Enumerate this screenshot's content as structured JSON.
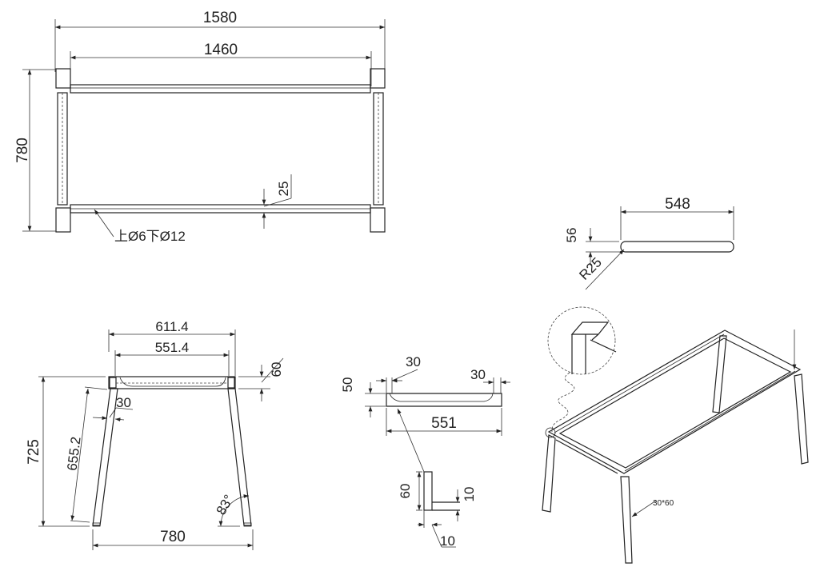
{
  "top_view": {
    "overall_length": "1580",
    "inner_length": "1460",
    "depth": "780",
    "rail_offset": "25",
    "hole_note": "上Ø6下Ø12"
  },
  "side_view": {
    "outer_width": "611.4",
    "inner_width": "551.4",
    "rail_height": "60",
    "leg_width": "30",
    "leg_length": "655.2",
    "height": "725",
    "foot_span": "780",
    "leg_angle": "83°"
  },
  "top_section": {
    "width": "548",
    "thickness": "56",
    "radius": "R25"
  },
  "rail_section": {
    "left_lip": "30",
    "right_lip": "30",
    "height": "50",
    "length": "551",
    "profile_height": "60",
    "wall_top": "10",
    "wall_bottom": "10"
  },
  "iso_view": {
    "tube_size": "30*60"
  }
}
